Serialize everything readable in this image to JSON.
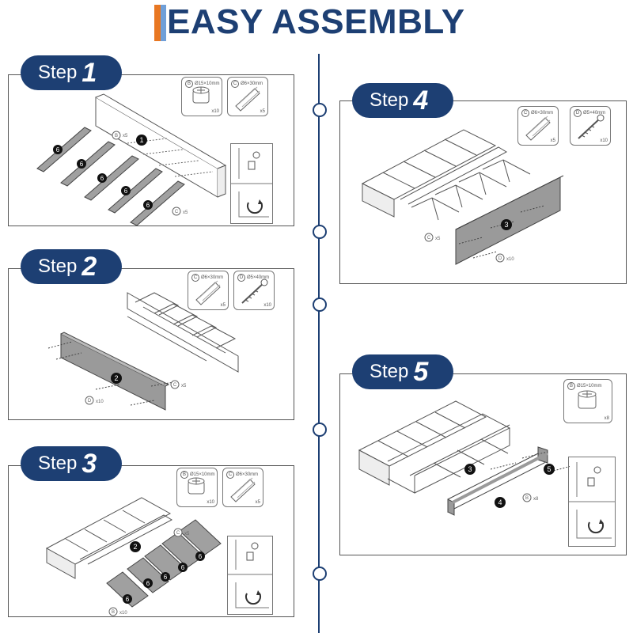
{
  "title": "EASY ASSEMBLY",
  "steps": [
    {
      "word": "Step",
      "number": "1",
      "parts": [
        {
          "letter": "B",
          "size": "Ø15×10mm",
          "qty": "x10",
          "icon": "cam-lock-icon"
        },
        {
          "letter": "C",
          "size": "Ø6×30mm",
          "qty": "x5",
          "icon": "wooden-dowel-icon"
        }
      ],
      "labels": {
        "board": "1",
        "shelf": "6",
        "cam": "B",
        "cam_qty": "x5",
        "dowel": "C",
        "dowel_qty": "x5"
      }
    },
    {
      "word": "Step",
      "number": "2",
      "parts": [
        {
          "letter": "C",
          "size": "Ø6×30mm",
          "qty": "x5",
          "icon": "wooden-dowel-icon"
        },
        {
          "letter": "D",
          "size": "Ø5×40mm",
          "qty": "x10",
          "icon": "screw-icon"
        }
      ],
      "labels": {
        "board": "2",
        "screw": "D",
        "screw_qty": "x10",
        "dowel": "C",
        "dowel_qty": "x5"
      }
    },
    {
      "word": "Step",
      "number": "3",
      "parts": [
        {
          "letter": "B",
          "size": "Ø15×10mm",
          "qty": "x10",
          "icon": "cam-lock-icon"
        },
        {
          "letter": "C",
          "size": "Ø6×30mm",
          "qty": "x5",
          "icon": "wooden-dowel-icon"
        }
      ],
      "labels": {
        "board": "2",
        "shelf": "6",
        "cam": "B",
        "cam_qty": "x10",
        "dowel": "C",
        "dowel_qty": "x5"
      }
    },
    {
      "word": "Step",
      "number": "4",
      "parts": [
        {
          "letter": "C",
          "size": "Ø6×30mm",
          "qty": "x5",
          "icon": "wooden-dowel-icon"
        },
        {
          "letter": "D",
          "size": "Ø5×40mm",
          "qty": "x10",
          "icon": "screw-icon"
        }
      ],
      "labels": {
        "board": "3",
        "screw": "D",
        "screw_qty": "x10",
        "dowel": "C",
        "dowel_qty": "x5"
      }
    },
    {
      "word": "Step",
      "number": "5",
      "parts": [
        {
          "letter": "B",
          "size": "Ø15×10mm",
          "qty": "x8",
          "icon": "cam-lock-icon"
        }
      ],
      "labels": {
        "board_top": "3",
        "board_front": "4",
        "board_side": "5",
        "cam": "B",
        "cam_qty": "x8"
      }
    }
  ],
  "colors": {
    "navy": "#1d3f73",
    "orange": "#e87722",
    "light_blue": "#6f9fd8",
    "board_gray": "#9a9a9a"
  }
}
